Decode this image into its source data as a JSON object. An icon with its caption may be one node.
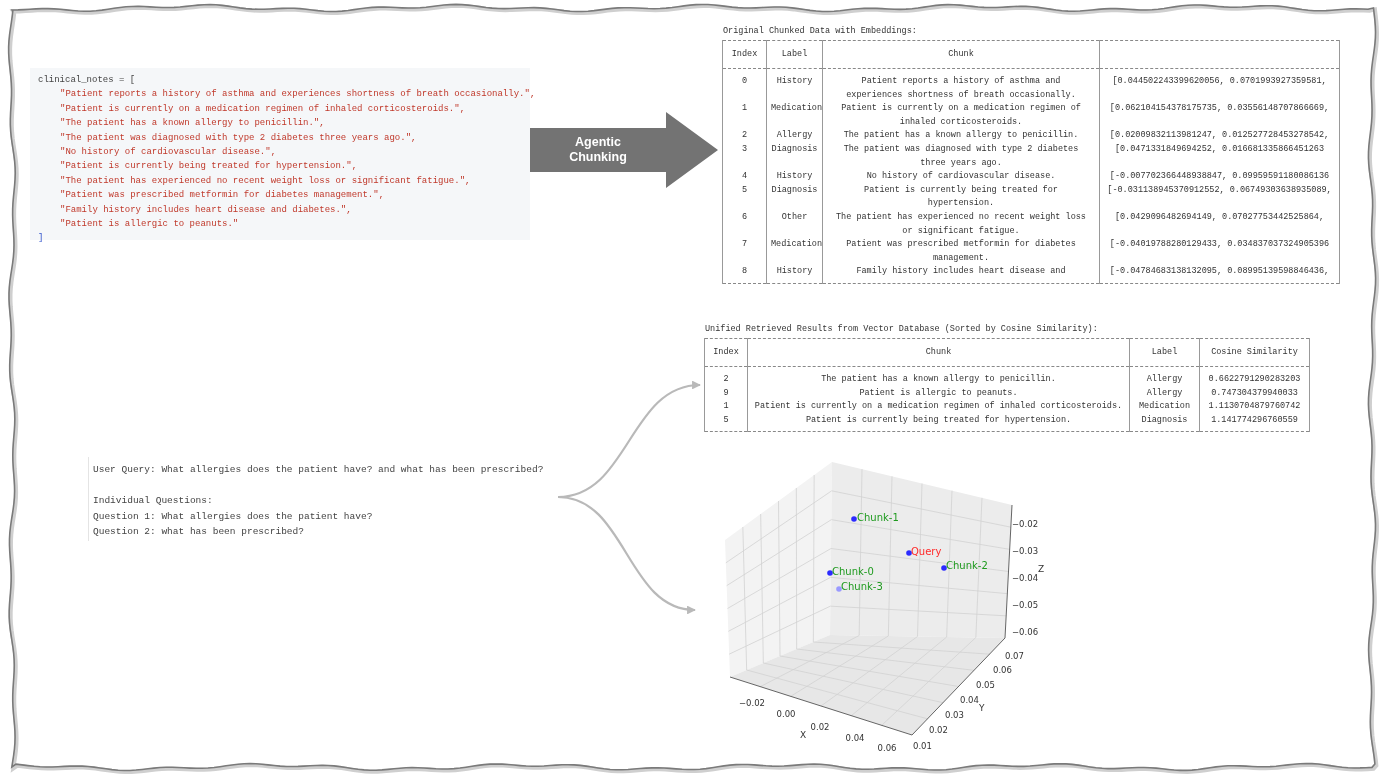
{
  "diagram": {
    "nodes": [
      {
        "text": [
          "clinical_notes = [",
          "\"Patient reports a history of asthma and experiences shortness of breath occasionally.\",",
          "\"Patient is currently on a medication regimen of inhaled corticosteroids.\",",
          "\"The patient has a known allergy to penicillin.\",",
          "\"The patient was diagnosed with type 2 diabetes three years ago.\",",
          "\"No history of cardiovascular disease.\",",
          "\"Patient is currently being treated for hypertension.\",",
          "\"The patient has experienced no recent weight loss or significant fatigue.\",",
          "\"Patient was prescribed metformin for diabetes management.\",",
          "\"Family history includes heart disease and diabetes.\",",
          "\"Patient is allergic to peanuts.\"",
          "]"
        ]
      },
      {
        "text": [
          "Original Chunked Data with Embeddings:",
          "Index",
          "Label",
          "Chunk",
          "0",
          "History",
          "Patient reports a history of asthma and experiences shortness of breath occasionally.",
          "[0.044502243399620056, 0.0701993927359581,",
          "1",
          "Medication",
          "Patient is currently on a medication regimen of inhaled corticosteroids.",
          "[0.062104154378175735, 0.03556148707866669,",
          "2",
          "Allergy",
          "The patient has a known allergy to penicillin.",
          "[0.02009832113981247, 0.012527728453278542,",
          "3",
          "Diagnosis",
          "The patient was diagnosed with type 2 diabetes three years ago.",
          "[0.0471331849694252, 0.016681335866451263",
          "4",
          "History",
          "No history of cardiovascular disease.",
          "[-0.007702366448938847, 0.09959591180086136",
          "5",
          "Diagnosis",
          "Patient is currently being treated for hypertension.",
          "[-0.031138945370912552, 0.06749303638935089,",
          "6",
          "Other",
          "The patient has experienced no recent weight loss or significant fatigue.",
          "[0.0429096482694149, 0.07027753442525864,",
          "7",
          "Medication",
          "Patient was prescribed metformin for diabetes management.",
          "[-0.04019788280129433, 0.034837037324905396",
          "8",
          "History",
          "Family history includes heart disease and",
          "[-0.04784683138132095, 0.08995139598846436,"
        ]
      },
      {
        "text": [
          "User Query: What allergies does the patient have? and what has been prescribed?",
          "Individual Questions:",
          "Question 1: What allergies does the patient have?",
          "Question 2: what has been prescribed?"
        ]
      },
      {
        "text": [
          "Unified Retrieved Results from Vector Database (Sorted by Cosine Similarity):",
          "Index",
          "Chunk",
          "Label",
          "Cosine Similarity",
          "2",
          "The patient has a known allergy to penicillin.",
          "Allergy",
          "0.6622791290283203",
          "9",
          "Patient is allergic to peanuts.",
          "Allergy",
          "0.747304379940033",
          "1",
          "Patient is currently on a medication regimen of inhaled corticosteroids.",
          "Medication",
          "1.1130704879760742",
          "5",
          "Patient is currently being treated for hypertension.",
          "Diagnosis",
          "1.141774296760559"
        ]
      },
      {
        "text": [],
        "shape": "picture"
      }
    ],
    "edges": [
      {
        "from": 0,
        "to": 1,
        "arrow": "to",
        "label": "Agentic Chunking",
        "style": "thick",
        "color": "#737373"
      },
      {
        "from": 2,
        "to": 3,
        "arrow": "to"
      },
      {
        "from": 2,
        "to": 4,
        "arrow": "to"
      }
    ],
    "labels": [
      "Chunk-1",
      "Query",
      "Chunk-2",
      "Chunk-0",
      "Chunk-3",
      "−0.02",
      "−0.03",
      "−0.04",
      "−0.05",
      "−0.06",
      "Z",
      "0.07",
      "0.06",
      "0.05",
      "0.04",
      "0.03",
      "0.02",
      "0.01",
      "Y",
      "−0.02",
      "0.00",
      "0.02",
      "0.04",
      "0.06",
      "X"
    ]
  }
}
